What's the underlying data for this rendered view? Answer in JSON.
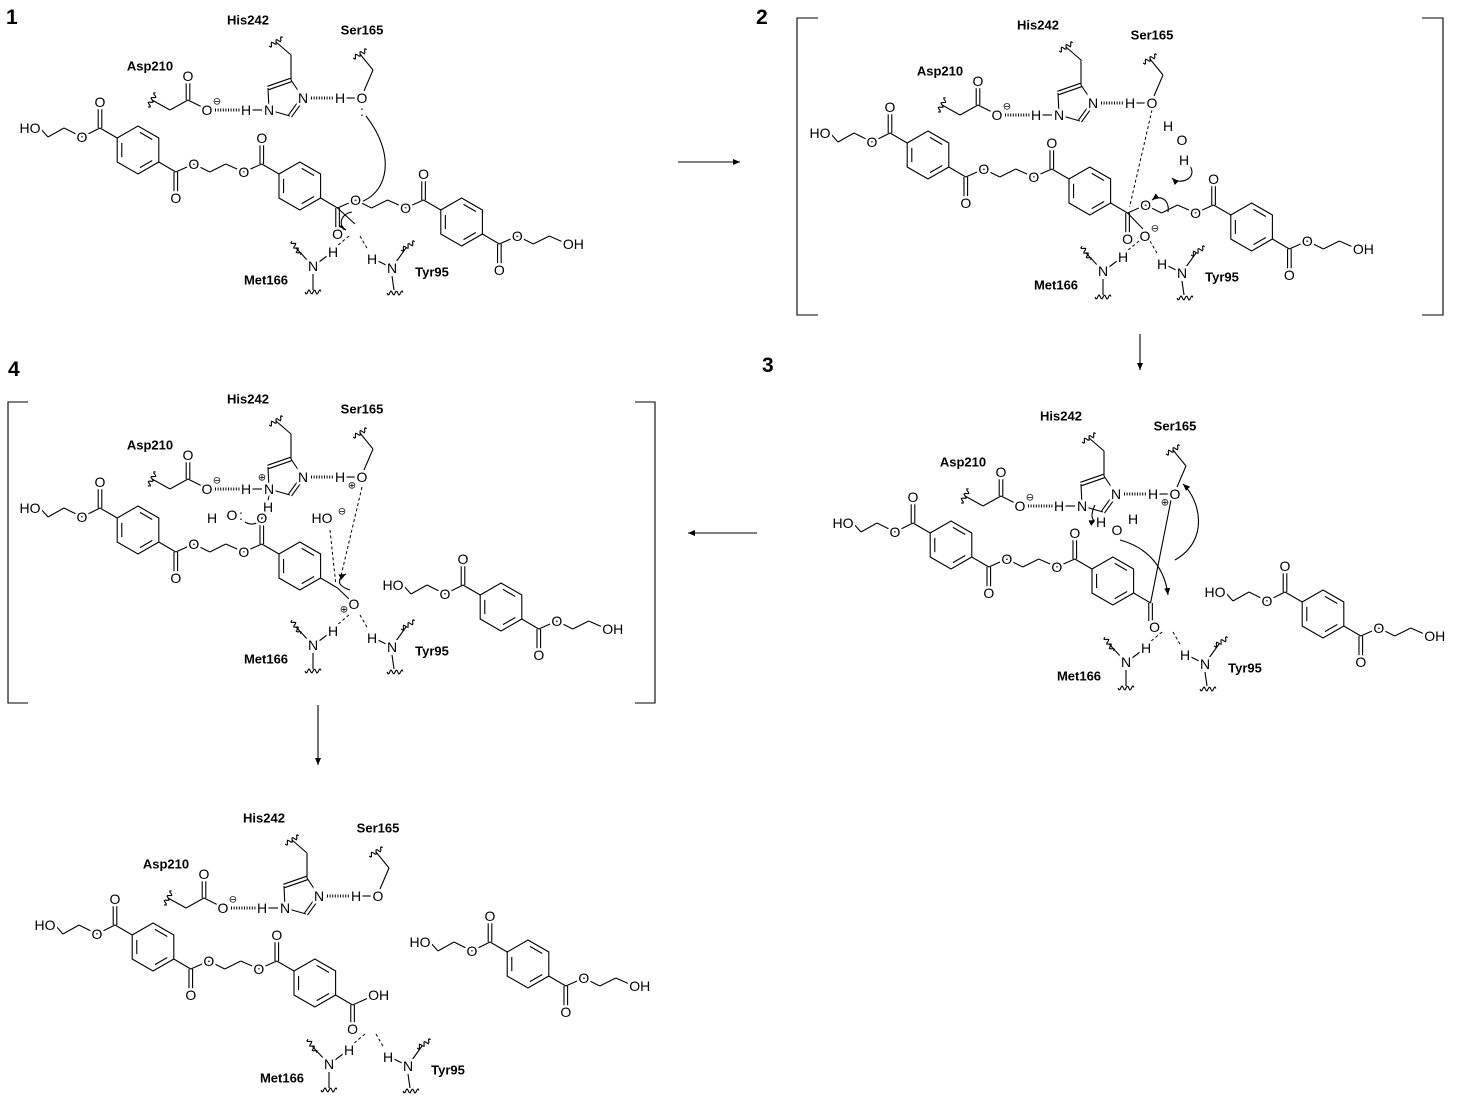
{
  "panels": [
    {
      "number": "1"
    },
    {
      "number": "2"
    },
    {
      "number": "3"
    },
    {
      "number": "4"
    }
  ],
  "residues": {
    "asp": "Asp210",
    "his": "His242",
    "ser": "Ser165",
    "met": "Met166",
    "tyr": "Tyr95"
  },
  "atoms": {
    "hydroxyl_left": "HO",
    "hydroxyl_right": "OH",
    "oxygen": "O",
    "nitrogen": "N",
    "hydrogen": "H",
    "lone_pair": ":"
  },
  "charges": {
    "negative": "⊖",
    "positive": "⊕"
  },
  "colors": {
    "ink": "#000000",
    "background": "#ffffff"
  }
}
